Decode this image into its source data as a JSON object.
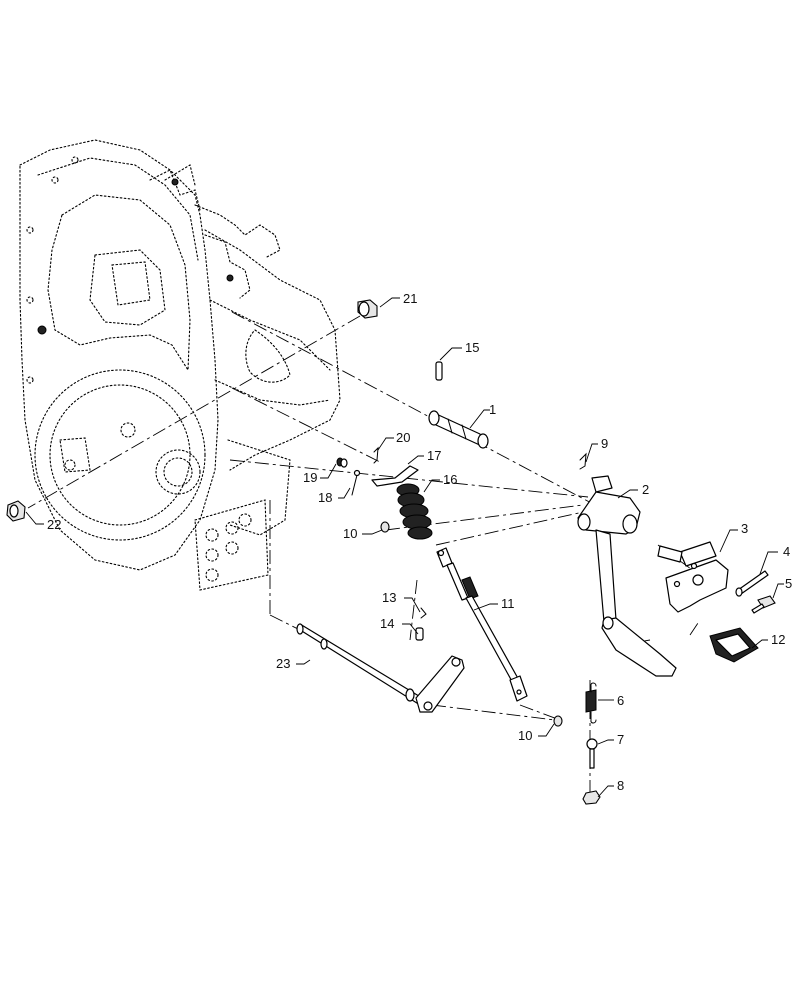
{
  "diagram": {
    "labels": [
      {
        "id": "1",
        "text": "1"
      },
      {
        "id": "2",
        "text": "2"
      },
      {
        "id": "3",
        "text": "3"
      },
      {
        "id": "4",
        "text": "4"
      },
      {
        "id": "5",
        "text": "5"
      },
      {
        "id": "6",
        "text": "6"
      },
      {
        "id": "7",
        "text": "7"
      },
      {
        "id": "8",
        "text": "8"
      },
      {
        "id": "9",
        "text": "9"
      },
      {
        "id": "10a",
        "text": "10"
      },
      {
        "id": "10b",
        "text": "10"
      },
      {
        "id": "11",
        "text": "11"
      },
      {
        "id": "12",
        "text": "12"
      },
      {
        "id": "13",
        "text": "13"
      },
      {
        "id": "14",
        "text": "14"
      },
      {
        "id": "15",
        "text": "15"
      },
      {
        "id": "16",
        "text": "16"
      },
      {
        "id": "17",
        "text": "17"
      },
      {
        "id": "18",
        "text": "18"
      },
      {
        "id": "19",
        "text": "19"
      },
      {
        "id": "20",
        "text": "20"
      },
      {
        "id": "21",
        "text": "21"
      },
      {
        "id": "22",
        "text": "22"
      },
      {
        "id": "23",
        "text": "23"
      }
    ]
  }
}
